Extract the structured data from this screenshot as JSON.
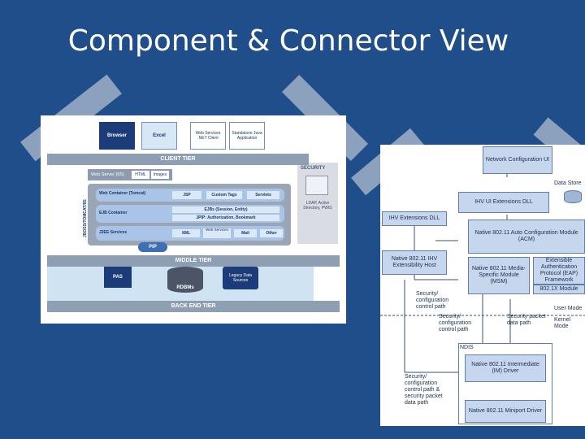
{
  "slide": {
    "title": "Component & Connector View"
  },
  "left": {
    "browser": "Browser",
    "excel": "Excel",
    "web_services_client": "Web Services .NET Client",
    "standalone_app": "Standalone Java Application",
    "client_tier": "CLIENT TIER",
    "security": "SECURITY",
    "web_server": "Web Server (IIS)",
    "html": "HTML",
    "images": "Images",
    "web_container": "Web Container (Tomcat)",
    "jsp": "JSP",
    "custom_tags": "Custom Tags",
    "servlets": "Servlets",
    "ejb_container": "EJB Container",
    "ejbs": "EJBs (Session, Entity)",
    "jpip": "JPIP: Authorization, Bookmark",
    "j2ee_services": "J2EE Services",
    "xml": "XML",
    "web_services": "Web Services",
    "mail": "Mail",
    "other": "Other",
    "pip": "PIP",
    "jboss": "JBOSS/TOMCAT/IIS",
    "ldap": "LDAP, Active Directory, PWIS",
    "middle_tier": "MIDDLE TIER",
    "pas": "PAS",
    "rdbms": "RDBMs",
    "legacy": "Legacy Data Sources",
    "back_end_tier": "BACK END TIER"
  },
  "right": {
    "network_config_ui": "Network Configuration UI",
    "data_store": "Data Store",
    "ihv_ui_ext": "IHV UI Extensions DLL",
    "ihv_ext_dll": "IHV Extensions DLL",
    "acm": "Native 802.11 Auto Configuration Module (ACM)",
    "ihv_host": "Native 802.11 IHV Extensibility Host",
    "msm": "Native 802.11 Media-Specific Module (MSM)",
    "eap": "Extensible Authentication Protocol (EAP) Framework",
    "dot1x": "802.1X Module",
    "sec_config_path1": "Security/ configuration control path",
    "user_mode": "User Mode",
    "kernel_mode": "Kernel Mode",
    "sec_config_path2": "Security/ configuration control path",
    "sec_packet_path": "Security packet data path",
    "ndis": "NDIS",
    "im_driver": "Native 802.11 Intermediate (IM) Driver",
    "sec_config_path3": "Security/ configuration control path & security packet data path",
    "miniport": "Native 802.11 Miniport Driver"
  }
}
